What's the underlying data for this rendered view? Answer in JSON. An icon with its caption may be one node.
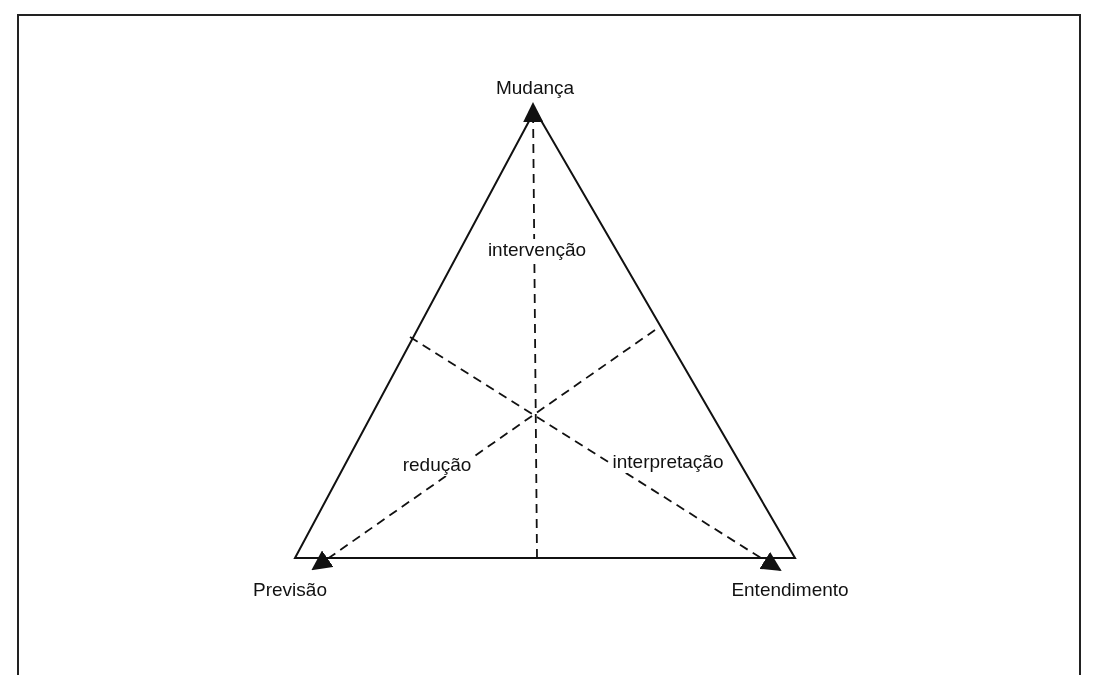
{
  "diagram": {
    "nodes": [
      {
        "text": [
          "Mudança"
        ]
      },
      {
        "text": [
          "Previsão"
        ]
      },
      {
        "text": [
          "Entendimento"
        ]
      }
    ],
    "edges": [
      {
        "from": null,
        "to": 0,
        "arrow": "to",
        "style": "dashed",
        "label": "intervenção"
      },
      {
        "from": null,
        "to": 1,
        "arrow": "to",
        "style": "dashed",
        "label": "redução"
      },
      {
        "from": null,
        "to": 2,
        "arrow": "to",
        "style": "dashed",
        "label": "interpretação"
      }
    ]
  }
}
